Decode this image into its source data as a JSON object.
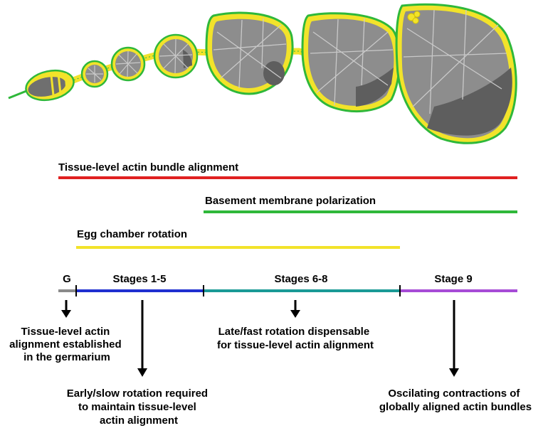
{
  "colors": {
    "actin_alignment": "#e02020",
    "basement_membrane": "#2fb83a",
    "rotation": "#f2e32a",
    "germarium": "#8a8a8a",
    "stages_1_5": "#1f2fd0",
    "stages_6_8": "#1a9a96",
    "stage_9": "#a64bd6",
    "follicle_cells": "#f2e32a",
    "nurse_cells": "#8d8d8d",
    "oocyte": "#6a6a6a",
    "basement_membrane_outline": "#2fb83a"
  },
  "bars": {
    "actin": "Tissue-level actin bundle alignment",
    "membrane": "Basement membrane polarization",
    "rotation": "Egg chamber rotation"
  },
  "timeline": {
    "germarium": "G",
    "stages_1_5": "Stages 1-5",
    "stages_6_8": "Stages 6-8",
    "stage_9": "Stage 9"
  },
  "notes": {
    "germarium": [
      "Tissue-level actin",
      "alignment established",
      "in the germarium"
    ],
    "early": [
      "Early/slow rotation required",
      "to maintain tissue-level",
      "actin alignment"
    ],
    "late": [
      "Late/fast rotation dispensable",
      "for tissue-level actin alignment"
    ],
    "stage9": [
      "Oscilating contractions of",
      "globally aligned actin bundles"
    ]
  }
}
